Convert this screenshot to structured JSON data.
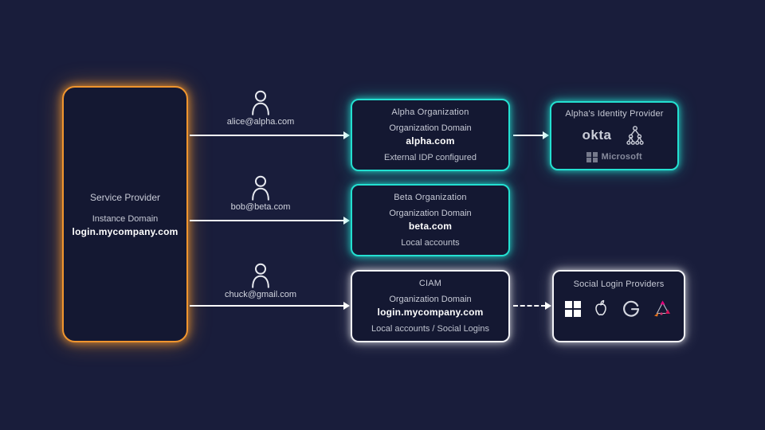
{
  "colors": {
    "background": "#191d3b",
    "box_fill": "#141832",
    "teal_border": "#23e0d1",
    "orange_border": "#f0952e",
    "white_border": "#f2f3f7",
    "arrow": "#ffffff",
    "brand_orange_accent": "#e8721b",
    "brand_magenta_accent": "#e6007e"
  },
  "service_provider": {
    "title": "Service Provider",
    "domain_label": "Instance Domain",
    "domain": "login.mycompany.com"
  },
  "users": [
    {
      "email": "alice@alpha.com"
    },
    {
      "email": "bob@beta.com"
    },
    {
      "email": "chuck@gmail.com"
    }
  ],
  "organizations": [
    {
      "title": "Alpha Organization",
      "domain_label": "Organization Domain",
      "domain": "alpha.com",
      "note": "External IDP configured"
    },
    {
      "title": "Beta Organization",
      "domain_label": "Organization Domain",
      "domain": "beta.com",
      "note": "Local accounts"
    },
    {
      "title": "CIAM",
      "domain_label": "Organization Domain",
      "domain": "login.mycompany.com",
      "note": "Local accounts / Social Logins"
    }
  ],
  "identity_provider": {
    "title": "Alpha's Identity Provider",
    "okta_label": "okta",
    "microsoft_label": "Microsoft",
    "icons": [
      "okta-wordmark",
      "hierarchy-tree-icon",
      "microsoft-logo"
    ]
  },
  "social_providers": {
    "title": "Social  Login Providers",
    "icons": [
      "microsoft-icon",
      "apple-icon",
      "google-icon",
      "triangle-brand-icon"
    ]
  }
}
